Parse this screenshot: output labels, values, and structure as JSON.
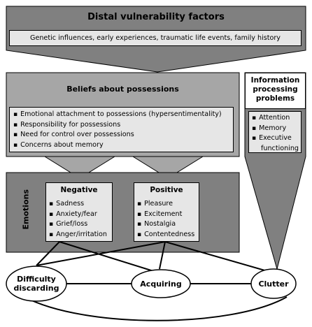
{
  "distal": {
    "title": "Distal vulnerability factors",
    "subtitle": "Genetic influences, early experiences, traumatic life events, family history"
  },
  "beliefs": {
    "title": "Beliefs about possessions",
    "items": [
      "Emotional attachment to possessions (hypersentimentality)",
      "Responsibility for possessions",
      "Need for control over possessions",
      "Concerns about memory"
    ]
  },
  "info": {
    "title_lines": [
      "Information",
      "processing",
      "problems"
    ],
    "items": [
      "Attention",
      "Memory",
      "Executive",
      "functioning"
    ]
  },
  "emotions": {
    "label": "Emotions",
    "negative": {
      "title": "Negative",
      "items": [
        "Sadness",
        "Anxiety/fear",
        "Grief/loss",
        "Anger/irritation"
      ]
    },
    "positive": {
      "title": "Positive",
      "items": [
        "Pleasure",
        "Excitement",
        "Nostalgia",
        "Contentedness"
      ]
    }
  },
  "outcomes": {
    "difficulty_lines": [
      "Difficulty",
      "discarding"
    ],
    "acquiring": "Acquiring",
    "clutter": "Clutter"
  },
  "colors": {
    "dark_gray": "#7f7f7f",
    "mid_gray": "#a6a6a6",
    "light_gray": "#e6e6e6",
    "white": "#ffffff"
  }
}
